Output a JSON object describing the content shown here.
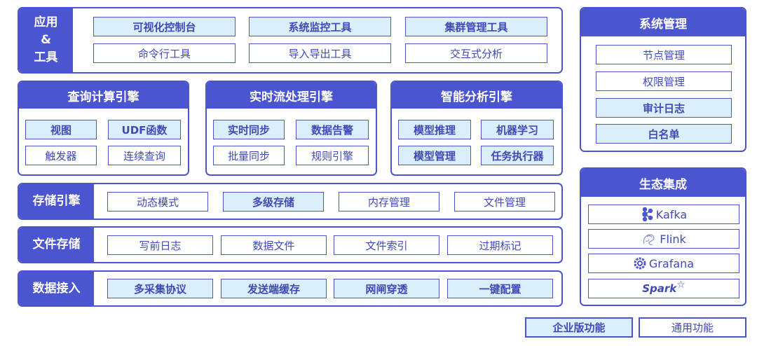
{
  "colors": {
    "primary": "#4b55cf",
    "enterprise_fill": "#dbeefb",
    "text": "#3f49b8"
  },
  "app": {
    "label_lines": [
      "应用",
      "&",
      "工具"
    ],
    "items": [
      {
        "label": "可视化控制台",
        "enterprise": true
      },
      {
        "label": "系统监控工具",
        "enterprise": true
      },
      {
        "label": "集群管理工具",
        "enterprise": true
      },
      {
        "label": "命令行工具",
        "enterprise": false
      },
      {
        "label": "导入导出工具",
        "enterprise": false
      },
      {
        "label": "交互式分析",
        "enterprise": false
      }
    ]
  },
  "engines": [
    {
      "title": "查询计算引擎",
      "items": [
        {
          "label": "视图",
          "enterprise": true
        },
        {
          "label": "UDF函数",
          "enterprise": true
        },
        {
          "label": "触发器",
          "enterprise": false
        },
        {
          "label": "连续查询",
          "enterprise": false
        }
      ]
    },
    {
      "title": "实时流处理引擎",
      "items": [
        {
          "label": "实时同步",
          "enterprise": true
        },
        {
          "label": "数据告警",
          "enterprise": true
        },
        {
          "label": "批量同步",
          "enterprise": false
        },
        {
          "label": "规则引擎",
          "enterprise": false
        }
      ]
    },
    {
      "title": "智能分析引擎",
      "items": [
        {
          "label": "模型推理",
          "enterprise": true
        },
        {
          "label": "机器学习",
          "enterprise": true
        },
        {
          "label": "模型管理",
          "enterprise": true
        },
        {
          "label": "任务执行器",
          "enterprise": true
        }
      ]
    }
  ],
  "storage_engine": {
    "label": "存储引擎",
    "items": [
      {
        "label": "动态模式",
        "enterprise": false
      },
      {
        "label": "多级存储",
        "enterprise": true
      },
      {
        "label": "内存管理",
        "enterprise": false
      },
      {
        "label": "文件管理",
        "enterprise": false
      }
    ]
  },
  "file_storage": {
    "label": "文件存储",
    "items": [
      {
        "label": "写前日志",
        "enterprise": false
      },
      {
        "label": "数据文件",
        "enterprise": false
      },
      {
        "label": "文件索引",
        "enterprise": false
      },
      {
        "label": "过期标记",
        "enterprise": false
      }
    ]
  },
  "data_ingest": {
    "label": "数据接入",
    "items": [
      {
        "label": "多采集协议",
        "enterprise": true
      },
      {
        "label": "发送端缓存",
        "enterprise": true
      },
      {
        "label": "网闸穿透",
        "enterprise": true
      },
      {
        "label": "一键配置",
        "enterprise": true
      }
    ]
  },
  "system": {
    "title": "系统管理",
    "items": [
      {
        "label": "节点管理",
        "enterprise": false
      },
      {
        "label": "权限管理",
        "enterprise": false
      },
      {
        "label": "审计日志",
        "enterprise": true
      },
      {
        "label": "白名单",
        "enterprise": true
      }
    ]
  },
  "ecosystem": {
    "title": "生态集成",
    "items": [
      {
        "label": "Kafka",
        "icon": "kafka-icon"
      },
      {
        "label": "Flink",
        "icon": "flink-icon"
      },
      {
        "label": "Grafana",
        "icon": "grafana-icon"
      },
      {
        "label": "Spark",
        "icon": "spark-logo"
      }
    ]
  },
  "legend": {
    "enterprise": "企业版功能",
    "general": "通用功能"
  }
}
